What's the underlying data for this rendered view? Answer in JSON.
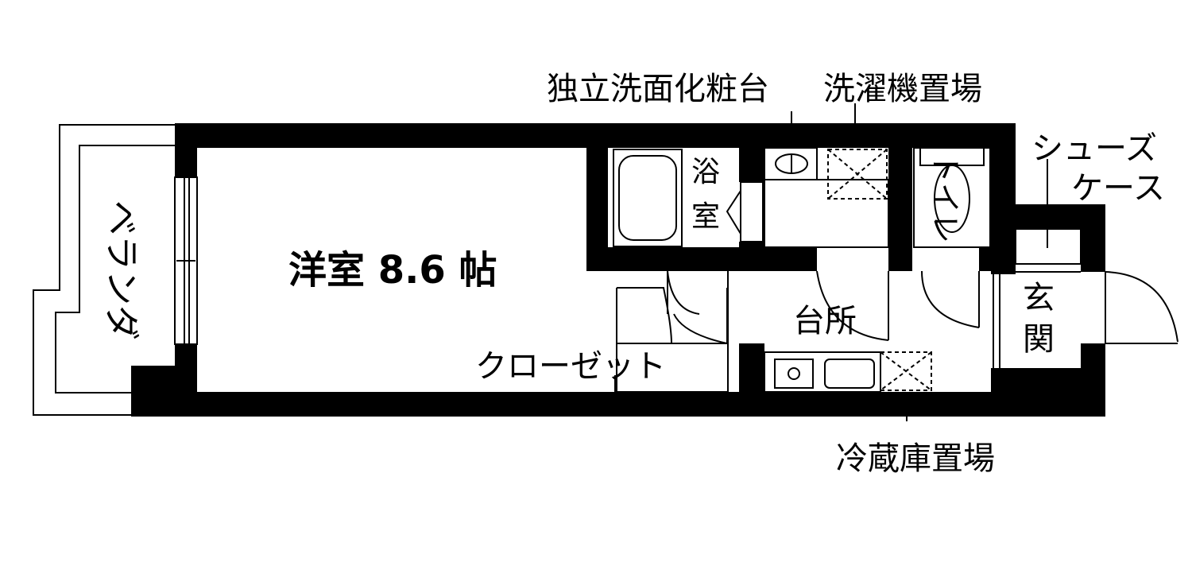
{
  "rooms": {
    "western_room": "洋室 8.6 帖",
    "balcony": "ベランダ",
    "bathroom": "浴室",
    "toilet": "トイレ",
    "kitchen": "台所",
    "entrance": "玄関",
    "closet": "クローゼット"
  },
  "callouts": {
    "vanity": "独立洗面化粧台",
    "washer": "洗濯機置場",
    "shoe_case": "シューズケース",
    "fridge": "冷蔵庫置場"
  },
  "colors": {
    "wall": "#000000",
    "background": "#ffffff"
  }
}
